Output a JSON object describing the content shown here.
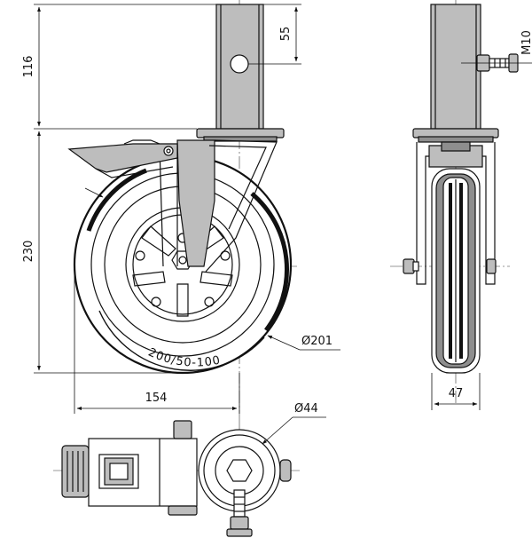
{
  "dimensions": {
    "stem_height": "116",
    "hole_offset": "55",
    "bolt_thread": "M10",
    "total_height": "230",
    "wheel_diameter": "Ø201",
    "offset_width": "154",
    "wheel_width": "47",
    "top_plate_diameter": "Ø44"
  },
  "tire_marking": "200/50-100"
}
